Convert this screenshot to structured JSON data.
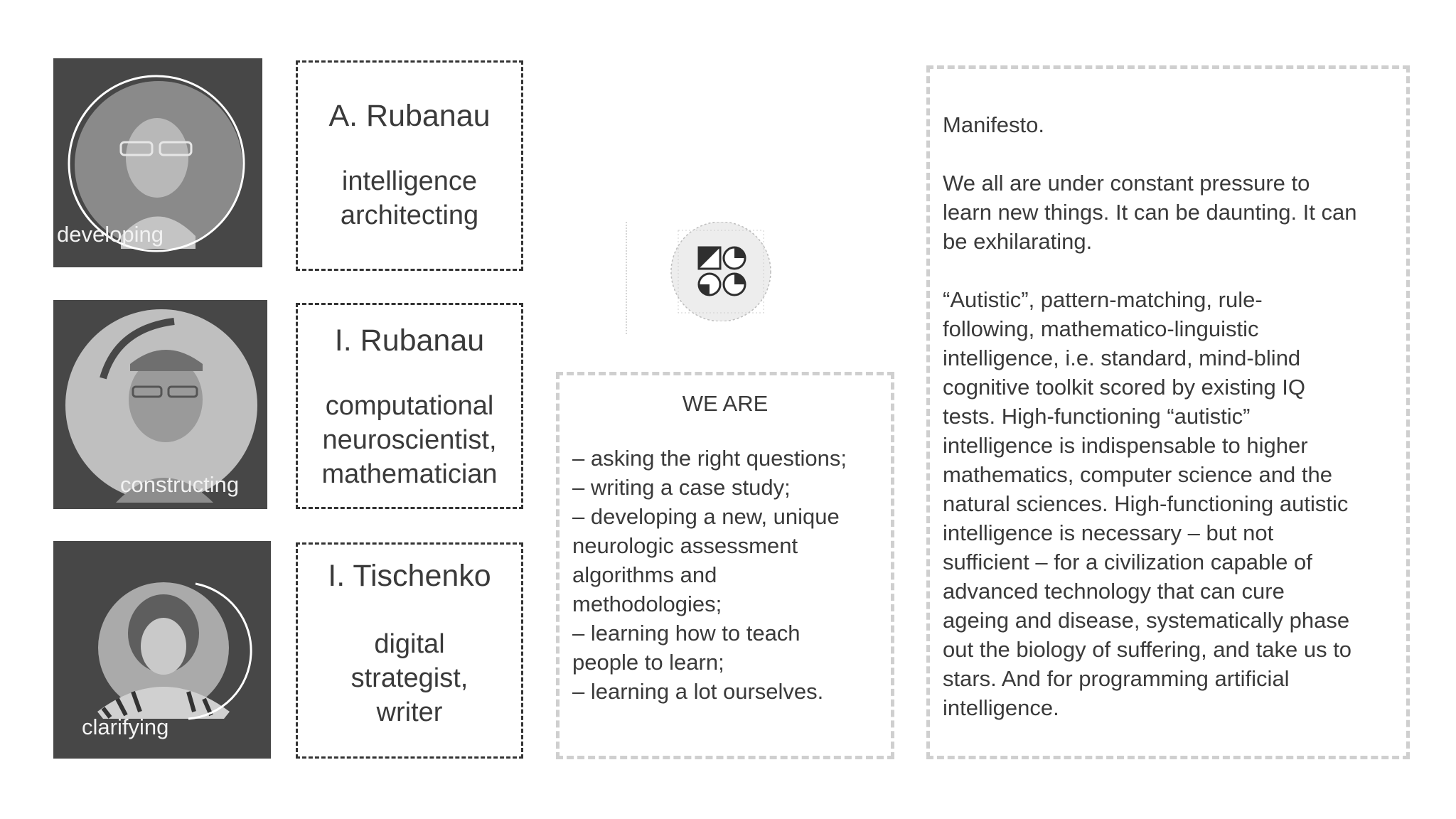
{
  "people": [
    {
      "caption": "developing",
      "name": "A. Rubanau",
      "role_lines": [
        "intelligence",
        "architecting"
      ]
    },
    {
      "caption": "constructing",
      "name": "I. Rubanau",
      "role_lines": [
        "computational",
        "neuroscientist,",
        "mathematician"
      ]
    },
    {
      "caption": "clarifying",
      "name": "I. Tischenko",
      "role_lines": [
        "digital",
        "strategist,",
        "writer"
      ]
    }
  ],
  "we_are": {
    "title": "WE ARE",
    "lines": [
      "– asking the right questions;",
      "– writing a case study;",
      "– developing a new, unique",
      "neurologic assessment",
      "algorithms and",
      "methodologies;",
      "– learning how to teach",
      "people to learn;",
      "– learning a lot ourselves."
    ]
  },
  "manifesto": {
    "title": "Manifesto.",
    "paragraph1": [
      "We all are under constant pressure to",
      "learn new things. It can be daunting. It can",
      "be exhilarating."
    ],
    "paragraph2": [
      "“Autistic”, pattern-matching, rule-",
      "following, mathematico-linguistic",
      "intelligence, i.e. standard, mind-blind",
      "cognitive toolkit scored by existing IQ",
      "tests. High-functioning “autistic”",
      "intelligence is indispensable to higher",
      "mathematics, computer science and the",
      "natural sciences. High-functioning autistic",
      "intelligence is necessary – but not",
      "sufficient – for a civilization capable of",
      "advanced technology that can cure",
      "ageing and disease, systematically phase",
      "out the biology of suffering, and take us to",
      "stars. And for programming artificial",
      "intelligence."
    ]
  },
  "colors": {
    "photo_bg": "#474747",
    "card_border": "#333333",
    "box_border": "#cfcfcf",
    "text": "#3a3a3a"
  }
}
